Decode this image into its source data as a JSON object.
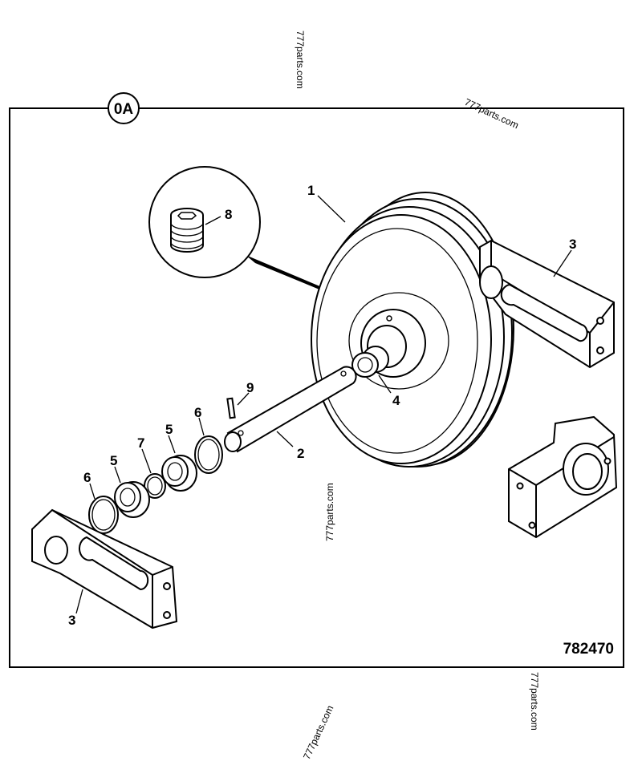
{
  "section_badge": "0A",
  "drawing_number": "782470",
  "watermark": "777parts.com",
  "callouts": [
    {
      "id": "1",
      "part": "idler-wheel"
    },
    {
      "id": "2",
      "part": "shaft"
    },
    {
      "id": "3",
      "part": "bracket-right"
    },
    {
      "id": "3",
      "part": "bracket-left"
    },
    {
      "id": "4",
      "part": "bushing"
    },
    {
      "id": "5",
      "part": "seal-ring-a"
    },
    {
      "id": "5",
      "part": "seal-ring-b"
    },
    {
      "id": "6",
      "part": "snap-ring-a"
    },
    {
      "id": "6",
      "part": "snap-ring-b"
    },
    {
      "id": "7",
      "part": "o-ring"
    },
    {
      "id": "8",
      "part": "plug-screw"
    },
    {
      "id": "9",
      "part": "pin"
    }
  ]
}
